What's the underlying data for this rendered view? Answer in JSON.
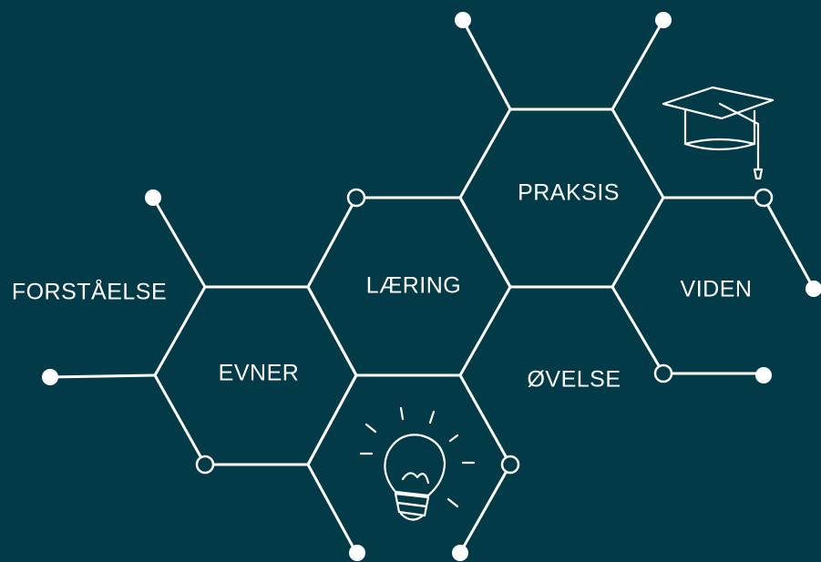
{
  "colors": {
    "background": "#033a47",
    "lines": "#ffffff"
  },
  "labels": {
    "forstaaelse": "FORSTÅELSE",
    "laering": "LÆRING",
    "praksis": "PRAKSIS",
    "viden": "VIDEN",
    "evner": "EVNER",
    "oevelse": "ØVELSE"
  },
  "icons": [
    "graduation-cap-icon",
    "lightbulb-icon"
  ]
}
